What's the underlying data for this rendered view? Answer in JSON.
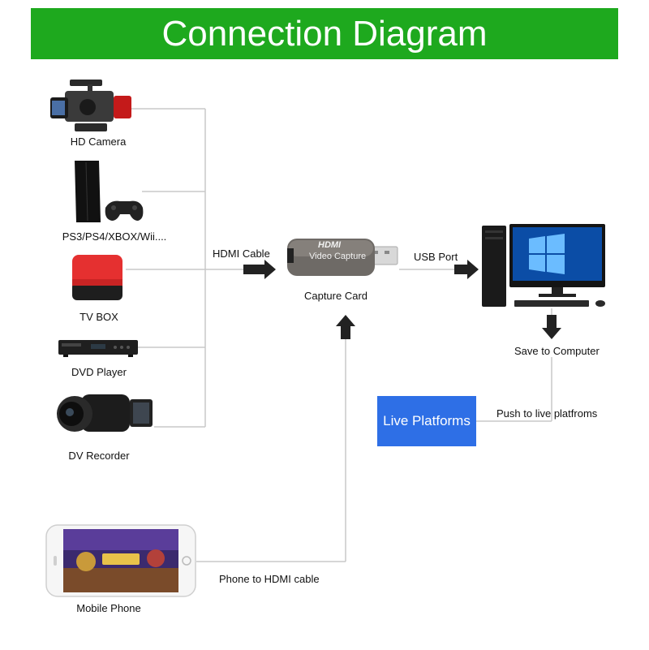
{
  "title": "Connection Diagram",
  "colors": {
    "banner": "#1ea91e",
    "live_box": "#2e6fe6",
    "line": "#c8c8c8",
    "arrow": "#222222"
  },
  "devices": {
    "hd_camera": "HD Camera",
    "console": "PS3/PS4/XBOX/Wii....",
    "tv_box": "TV BOX",
    "dvd_player": "DVD Player",
    "dv_recorder": "DV Recorder",
    "mobile_phone": "Mobile Phone"
  },
  "capture_card": {
    "label": "Capture Card",
    "brand": "HDMI",
    "text": "Video Capture"
  },
  "connections": {
    "hdmi_cable": "HDMI Cable",
    "usb_port": "USB Port",
    "phone_cable": "Phone to HDMI cable",
    "save": "Save to Computer",
    "push": "Push to live platfroms"
  },
  "live_platforms": "Live Platforms"
}
